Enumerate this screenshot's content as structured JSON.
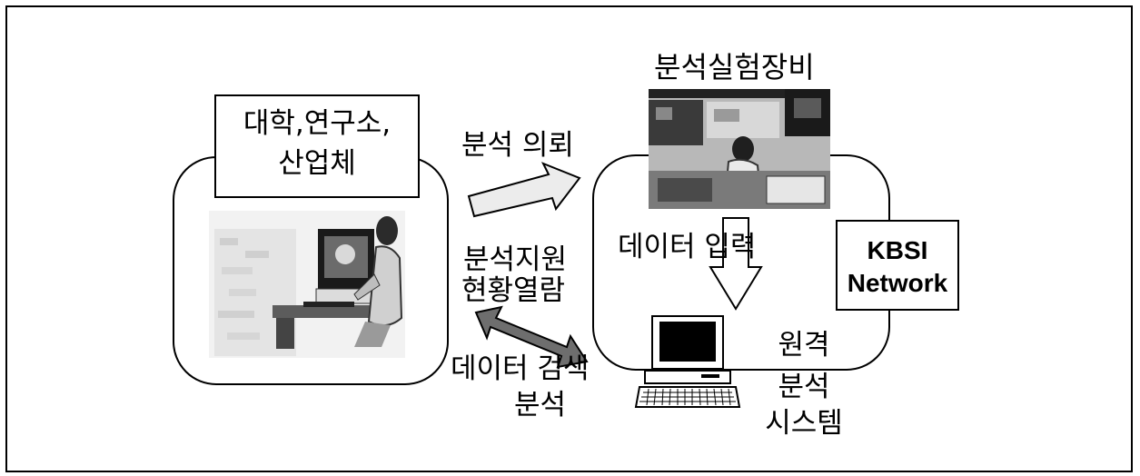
{
  "user_side": {
    "label_line1": "대학,연구소,",
    "label_line2": "산업체"
  },
  "arrows": {
    "request_label": "분석 의뢰",
    "status_line1": "분석지원",
    "status_line2": "현황열람",
    "search_line1": "데이터 검색",
    "search_line2": "분석",
    "input_label": "데이터 입력"
  },
  "kbsi_side": {
    "equipment_label": "분석실험장비",
    "network_line1": "KBSI",
    "network_line2": "Network",
    "system_line1": "원격",
    "system_line2": "분석",
    "system_line3": "시스템"
  },
  "icons": {
    "user_photo": "researcher-at-terminal-photo",
    "equipment_photo": "lab-equipment-photo",
    "computer": "desktop-computer-icon"
  }
}
